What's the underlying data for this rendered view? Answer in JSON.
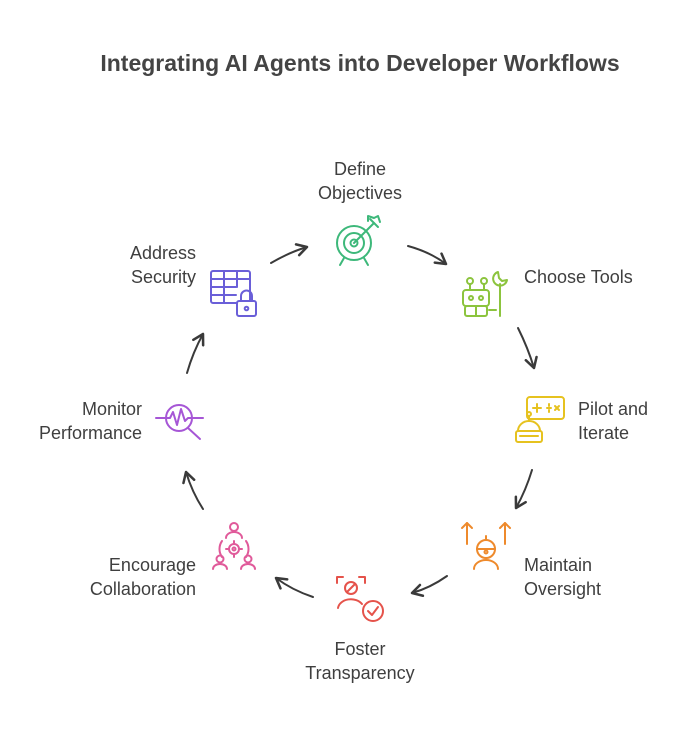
{
  "title": "Integrating AI Agents into Developer Workflows",
  "steps": [
    {
      "line1": "Define",
      "line2": "Objectives",
      "icon": "target-arrow-icon",
      "color": "#3db87a"
    },
    {
      "line1": "Choose Tools",
      "line2": "",
      "icon": "robot-wrench-icon",
      "color": "#8cc43e"
    },
    {
      "line1": "Pilot and",
      "line2": "Iterate",
      "icon": "pilot-controls-icon",
      "color": "#e6c21f"
    },
    {
      "line1": "Maintain",
      "line2": "Oversight",
      "icon": "supervisor-arrows-icon",
      "color": "#ee8a2c"
    },
    {
      "line1": "Foster",
      "line2": "Transparency",
      "icon": "transparency-check-icon",
      "color": "#e5534b"
    },
    {
      "line1": "Encourage",
      "line2": "Collaboration",
      "icon": "collaboration-gear-icon",
      "color": "#e05a9a"
    },
    {
      "line1": "Monitor",
      "line2": "Performance",
      "icon": "performance-magnifier-icon",
      "color": "#a656d6"
    },
    {
      "line1": "Address",
      "line2": "Security",
      "icon": "security-lock-table-icon",
      "color": "#6a5fd8"
    }
  ]
}
